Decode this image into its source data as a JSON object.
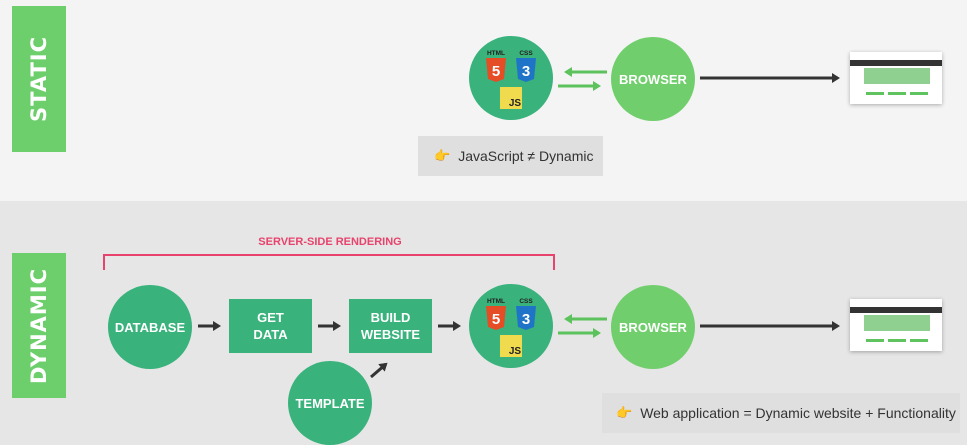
{
  "sections": {
    "static": {
      "label": "STATIC"
    },
    "dynamic": {
      "label": "DYNAMIC"
    }
  },
  "nodes": {
    "browser": "BROWSER",
    "database": "DATABASE",
    "get_data": [
      "GET",
      "DATA"
    ],
    "build_website": [
      "BUILD",
      "WEBSITE"
    ],
    "template": "TEMPLATE"
  },
  "tech_badges": {
    "html": "HTML",
    "html_digit": "5",
    "css": "CSS",
    "css_digit": "3",
    "js": "JS"
  },
  "ssr_label": "SERVER-SIDE RENDERING",
  "notes": {
    "static": "JavaScript ≠ Dynamic",
    "dynamic": "Web application = Dynamic website + Functionality"
  },
  "colors": {
    "label_green": "#6ccf6c",
    "dark_green": "#39b27c",
    "light_green": "#70cf6c",
    "ssr_red": "#e8436c",
    "html_orange": "#e44d26",
    "css_blue": "#1f74c7",
    "js_yellow": "#f0db4f"
  },
  "icons": {
    "note_icon": "pointing-hand-icon"
  }
}
